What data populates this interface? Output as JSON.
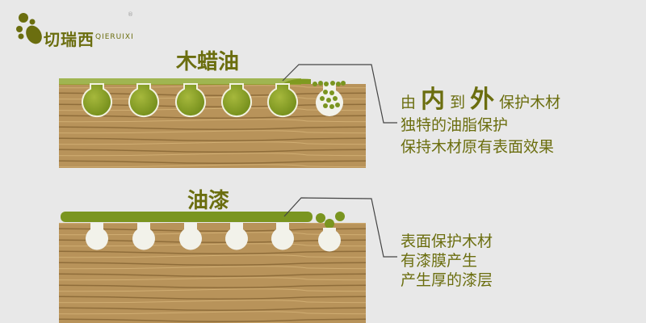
{
  "logo": {
    "name": "切瑞西",
    "latin": "QIERUIXI",
    "registered": "®"
  },
  "top": {
    "title": "木蜡油",
    "lines": [
      {
        "a": "由 ",
        "b": "内",
        "c": " 到 ",
        "d": "外",
        "e": " 保护木材"
      },
      "独特的油脂保护",
      "保持木材原有表面效果"
    ]
  },
  "bottom": {
    "title": "油漆",
    "lines": [
      "表面保护木材",
      "有漆膜产生",
      "产生厚的漆层"
    ]
  },
  "colors": {
    "text": "#6b6e0f",
    "wood": "#b8935a",
    "oil": "#7f9a20"
  }
}
